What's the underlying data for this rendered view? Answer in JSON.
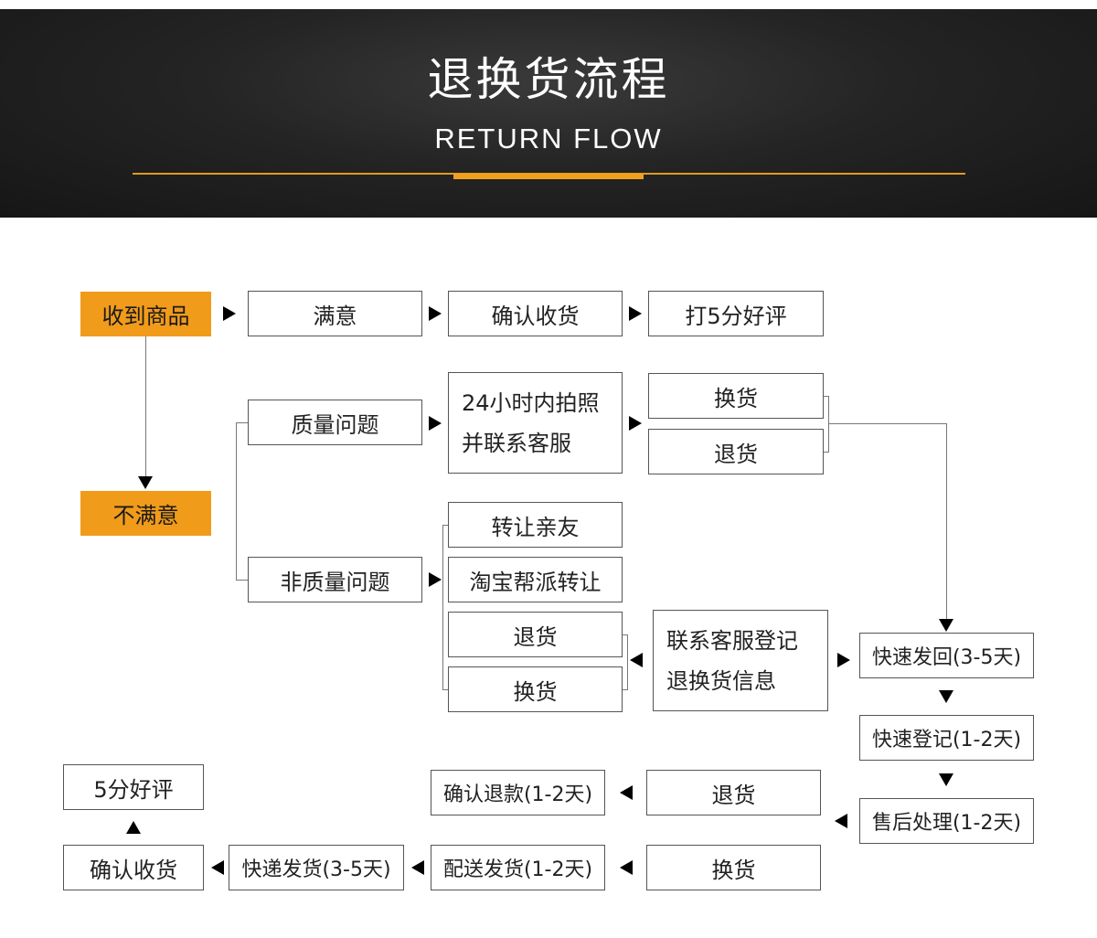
{
  "header": {
    "title": "退换货流程",
    "subtitle": "RETURN FLOW",
    "accent_color": "#f19b1a",
    "background_color": "#1e1e1e"
  },
  "flow": {
    "received": "收到商品",
    "satisfied": "满意",
    "confirm_receipt": "确认收货",
    "five_star": "打5分好评",
    "unsatisfied": "不满意",
    "quality_issue": "质量问题",
    "photo_line1": "24小时内拍照",
    "photo_line2": "并联系客服",
    "exchange_top": "换货",
    "return_top": "退货",
    "non_quality_issue": "非质量问题",
    "transfer_friends": "转让亲友",
    "taobao_transfer": "淘宝帮派转让",
    "return_mid": "退货",
    "exchange_mid": "换货",
    "register_line1": "联系客服登记",
    "register_line2": "退换货信息",
    "ship_back": "快速发回(3-5天)",
    "quick_register": "快速登记(1-2天)",
    "after_sales": "售后处理(1-2天)",
    "return_bottom": "退货",
    "confirm_refund": "确认退款(1-2天)",
    "exchange_bottom": "换货",
    "dispatch": "配送发货(1-2天)",
    "express": "快递发货(3-5天)",
    "confirm_receipt_final": "确认收货",
    "five_star_final": "5分好评"
  }
}
